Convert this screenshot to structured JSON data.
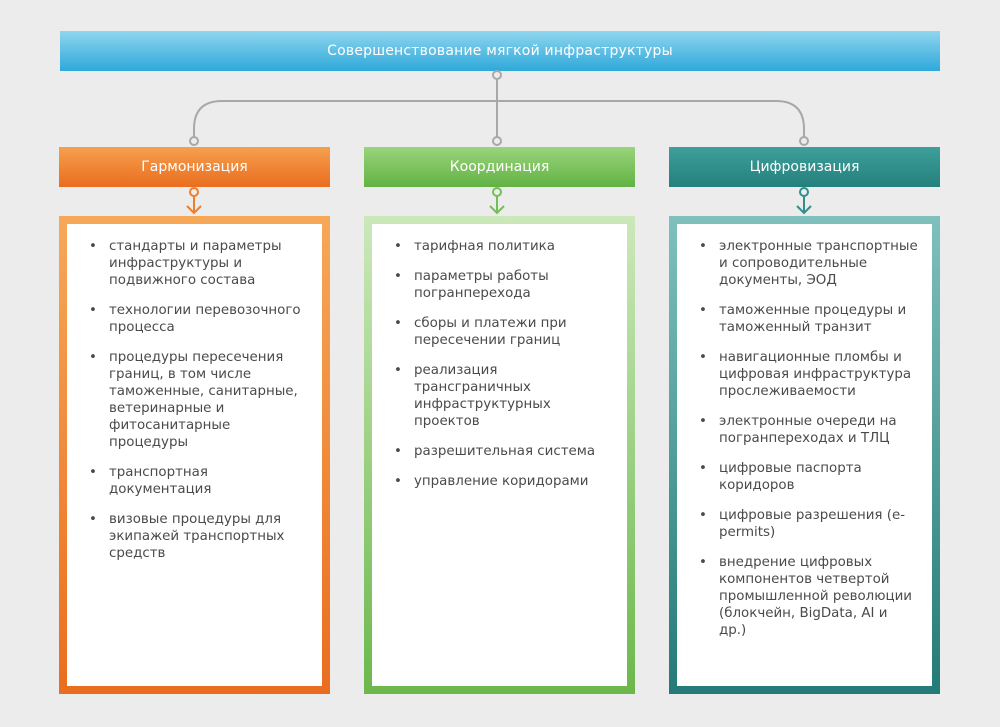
{
  "title": "Совершенствование мягкой инфраструктуры",
  "colors": {
    "top_bar": [
      "#8fd6ef",
      "#2ea8d9"
    ],
    "orange": "#ef7d2b",
    "green": "#74bf55",
    "teal": "#2e8f8c",
    "connector": "#a8a8a8",
    "text": "#4a4a4a"
  },
  "columns": [
    {
      "header": "Гармонизация",
      "items": [
        "стандарты и параметры инфраструктуры и подвижного состава",
        "технологии перевозочного процесса",
        "процедуры пересечения границ, в том числе таможенные, санитарные, ветеринарные и фитосанитарные процедуры",
        "транспортная документация",
        "визовые процедуры для экипажей транспортных средств"
      ]
    },
    {
      "header": "Координация",
      "items": [
        "тарифная политика",
        "параметры работы погранперехода",
        "сборы и платежи при пересечении границ",
        "реализация трансграничных инфраструктурных проектов",
        "разрешительная система",
        "управление коридорами"
      ]
    },
    {
      "header": "Цифровизация",
      "items": [
        "электронные транспортные и сопроводительные документы, ЭОД",
        "таможенные процедуры и таможенный транзит",
        "навигационные пломбы и цифровая инфраструктура прослеживаемости",
        "электронные очереди на погранпереходах и ТЛЦ",
        "цифровые паспорта коридоров",
        "цифровые разрешения (e-permits)",
        "внедрение цифровых компонентов четвертой промышленной революции (блокчейн, BigData, AI и др.)"
      ]
    }
  ]
}
